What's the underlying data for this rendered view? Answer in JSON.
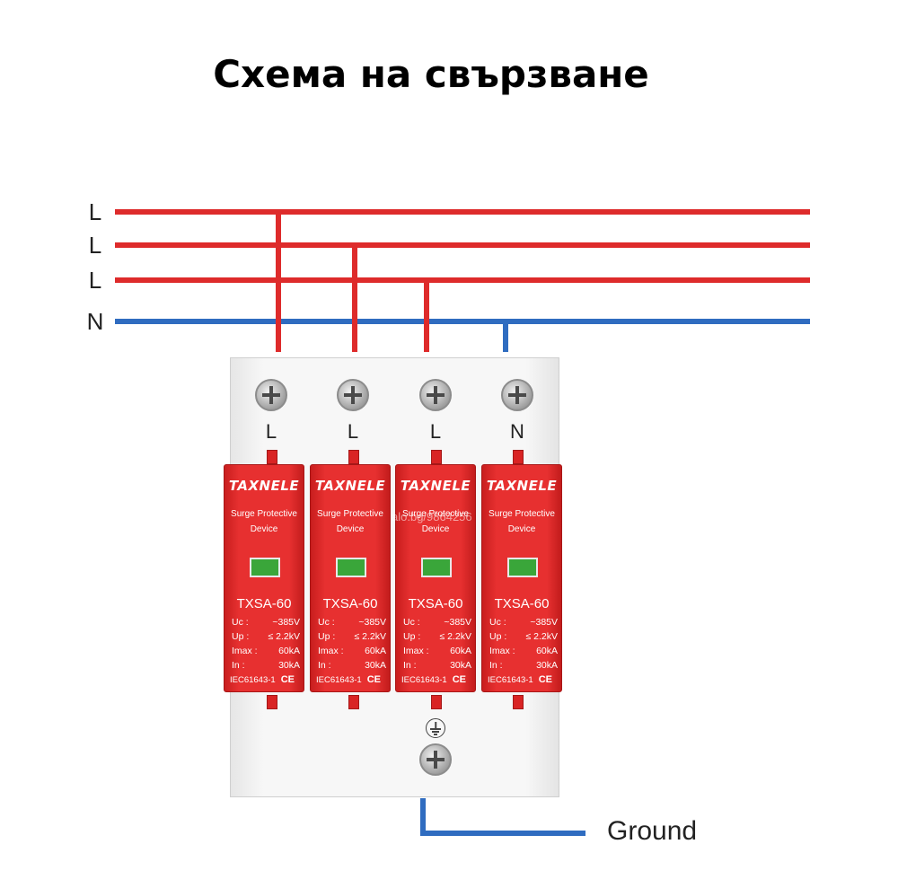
{
  "title": "Схема на свързване",
  "lines": [
    {
      "label": "L",
      "color": "#de2b2b"
    },
    {
      "label": "L",
      "color": "#de2b2b"
    },
    {
      "label": "L",
      "color": "#de2b2b"
    },
    {
      "label": "N",
      "color": "#2f6cc0"
    }
  ],
  "terminals": [
    "L",
    "L",
    "L",
    "N"
  ],
  "modules": [
    {
      "brand": "TAXNELE",
      "desc1": "Surge Protective",
      "desc2": "Device",
      "model": "TXSA-60",
      "specs": [
        {
          "k": "Uc   :",
          "v": "~385V"
        },
        {
          "k": "Up   :",
          "v": "≤ 2.2kV"
        },
        {
          "k": "Imax :",
          "v": "60kA"
        },
        {
          "k": "In    :",
          "v": "30kA"
        }
      ],
      "standard": "IEC61643-1",
      "ce": "CE"
    },
    {
      "brand": "TAXNELE",
      "desc1": "Surge Protective",
      "desc2": "Device",
      "model": "TXSA-60",
      "specs": [
        {
          "k": "Uc   :",
          "v": "~385V"
        },
        {
          "k": "Up   :",
          "v": "≤ 2.2kV"
        },
        {
          "k": "Imax :",
          "v": "60kA"
        },
        {
          "k": "In    :",
          "v": "30kA"
        }
      ],
      "standard": "IEC61643-1",
      "ce": "CE"
    },
    {
      "brand": "TAXNELE",
      "desc1": "Surge Protective",
      "desc2": "Device",
      "model": "TXSA-60",
      "specs": [
        {
          "k": "Uc   :",
          "v": "~385V"
        },
        {
          "k": "Up   :",
          "v": "≤ 2.2kV"
        },
        {
          "k": "Imax :",
          "v": "60kA"
        },
        {
          "k": "In    :",
          "v": "30kA"
        }
      ],
      "standard": "IEC61643-1",
      "ce": "CE"
    },
    {
      "brand": "TAXNELE",
      "desc1": "Surge Protective",
      "desc2": "Device",
      "model": "TXSA-60",
      "specs": [
        {
          "k": "Uc   :",
          "v": "~385V"
        },
        {
          "k": "Up   :",
          "v": "≤ 2.2kV"
        },
        {
          "k": "Imax :",
          "v": "60kA"
        },
        {
          "k": "In    :",
          "v": "30kA"
        }
      ],
      "standard": "IEC61643-1",
      "ce": "CE"
    }
  ],
  "watermark": "alo.bg/9864256",
  "ground_label": "Ground",
  "colors": {
    "phase": "#de2b2b",
    "neutral": "#2f6cc0",
    "ground_wire": "#2f6cc0",
    "module": "#e73030",
    "indicator": "#3aa63a"
  }
}
